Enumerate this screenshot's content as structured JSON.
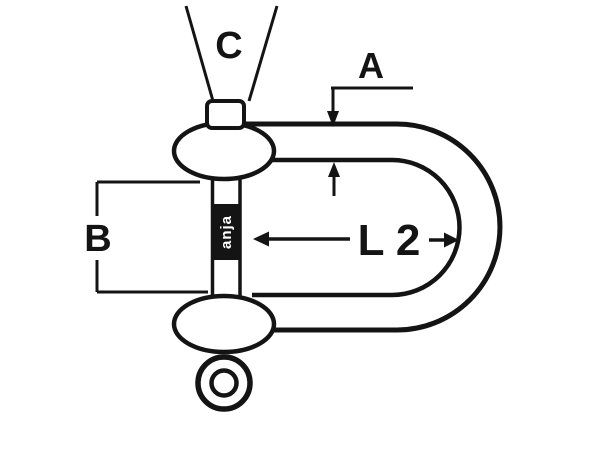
{
  "figure": {
    "background_color": "#ffffff",
    "line_color": "#141414",
    "labels": {
      "c": "C",
      "a": "A",
      "b": "B",
      "l2": "L 2",
      "brand": "anja"
    }
  }
}
